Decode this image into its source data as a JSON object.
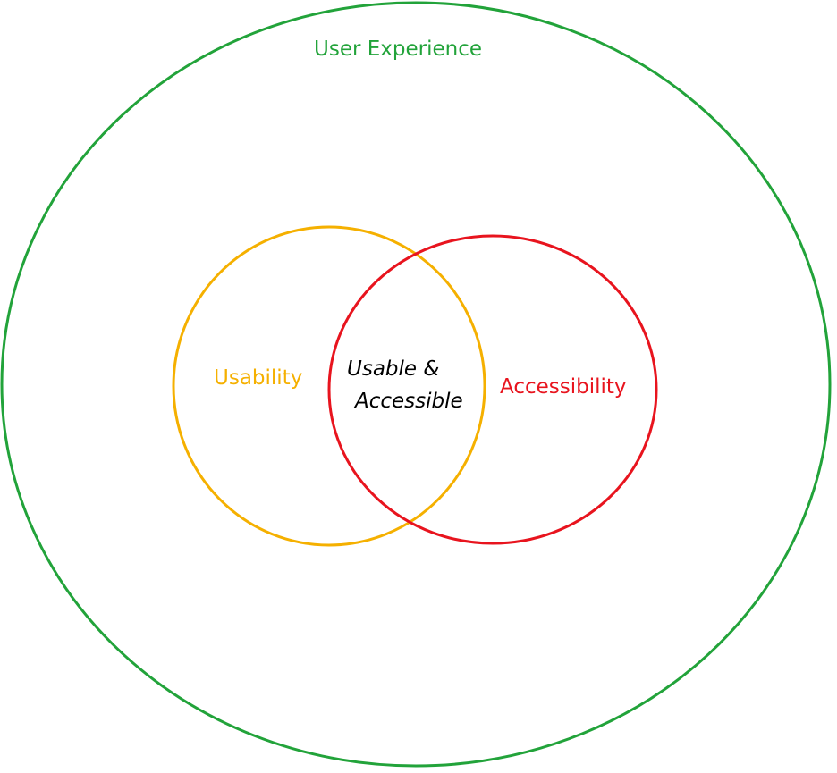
{
  "diagram": {
    "outer": {
      "label": "User Experience",
      "color": "#22a33a"
    },
    "left": {
      "label": "Usability",
      "color": "#f5b000"
    },
    "right": {
      "label": "Accessibility",
      "color": "#e8141e"
    },
    "intersection": {
      "line1": "Usable &",
      "line2": "Accessible"
    }
  }
}
